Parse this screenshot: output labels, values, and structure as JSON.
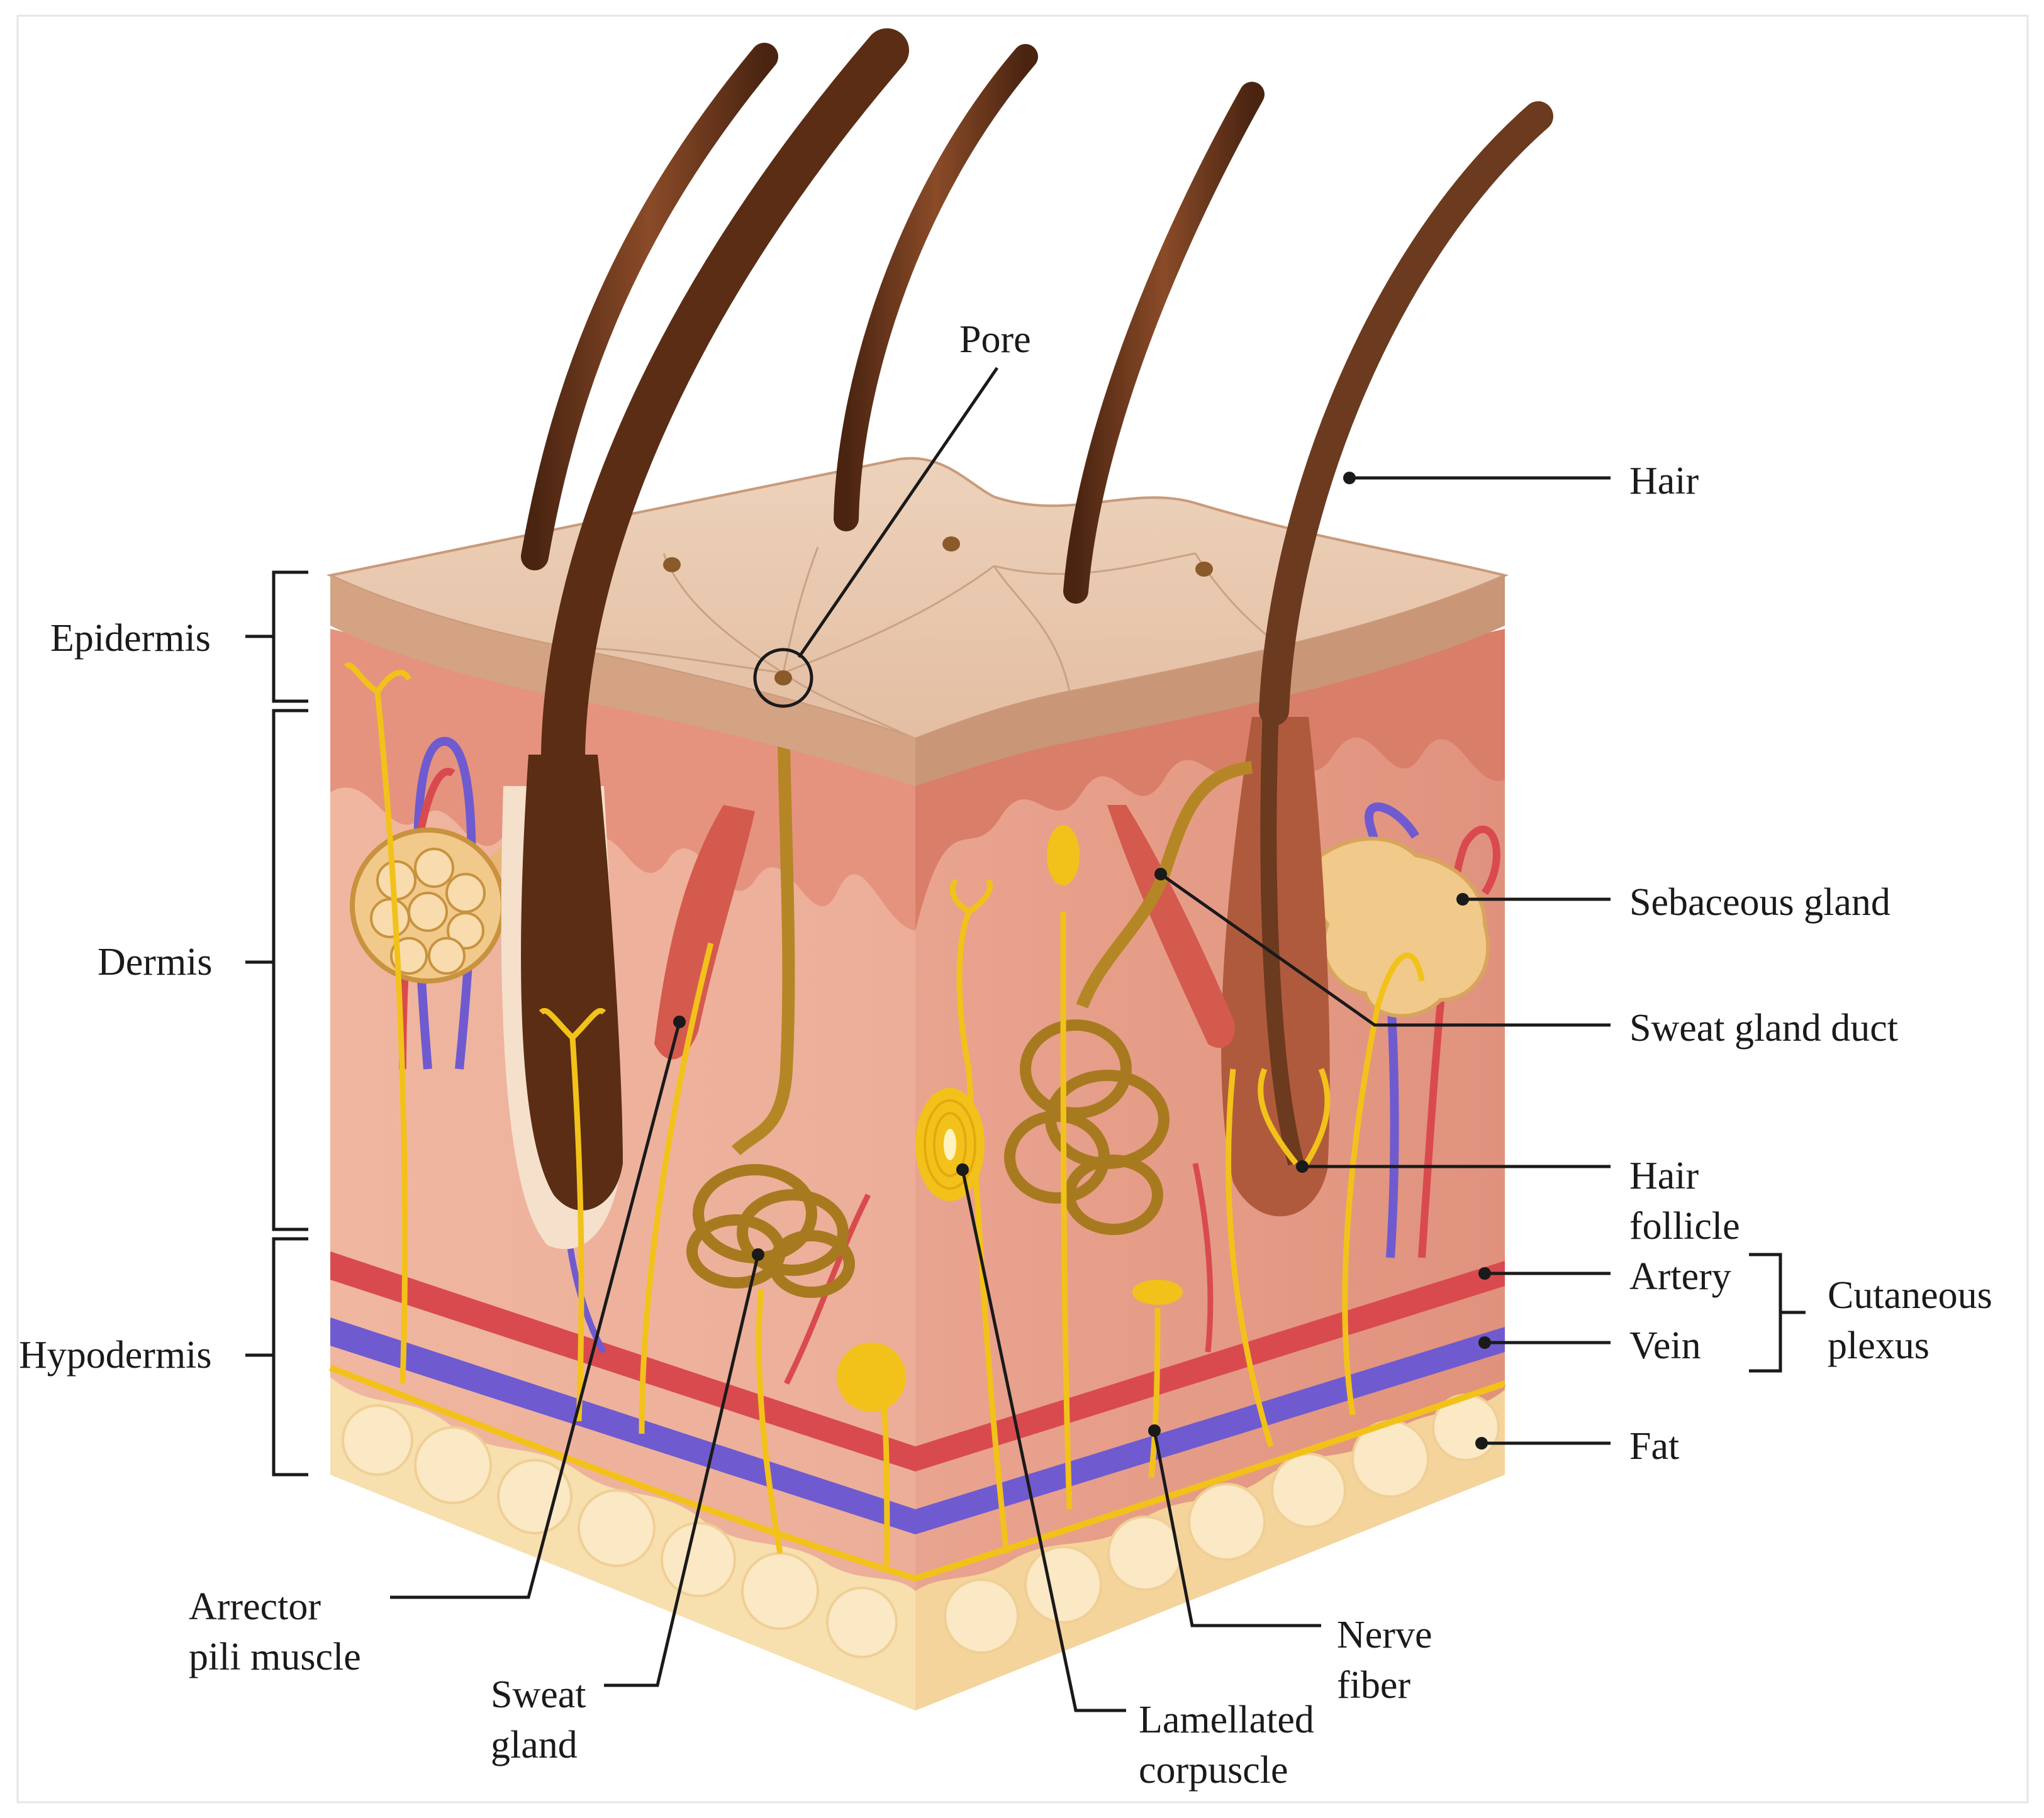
{
  "labels": {
    "pore": "Pore",
    "hair": "Hair",
    "epidermis": "Epidermis",
    "dermis": "Dermis",
    "hypodermis": "Hypodermis",
    "sebaceous_gland": "Sebaceous gland",
    "sweat_gland_duct": "Sweat gland duct",
    "hair_follicle_line1": "Hair",
    "hair_follicle_line2": "follicle",
    "artery": "Artery",
    "vein": "Vein",
    "cutaneous_plexus_line1": "Cutaneous",
    "cutaneous_plexus_line2": "plexus",
    "fat": "Fat",
    "arrector_line1": "Arrector",
    "arrector_line2": "pili muscle",
    "sweat_gland_line1": "Sweat",
    "sweat_gland_line2": "gland",
    "lamellated_line1": "Lamellated",
    "lamellated_line2": "corpuscle",
    "nerve_fiber_line1": "Nerve",
    "nerve_fiber_line2": "fiber"
  },
  "colors": {
    "epidermis_top": "#e8c5aa",
    "epidermis_edge": "#d4a384",
    "dermis": "#efb7a2",
    "dermis_top": "#e79a86",
    "fat": "#f8dfae",
    "hair": "#6b3a1f",
    "artery": "#d94a4e",
    "vein": "#6f5bcf",
    "nerve": "#f2c21a",
    "gland": "#b58625",
    "sebaceous": "#f1c98a"
  }
}
